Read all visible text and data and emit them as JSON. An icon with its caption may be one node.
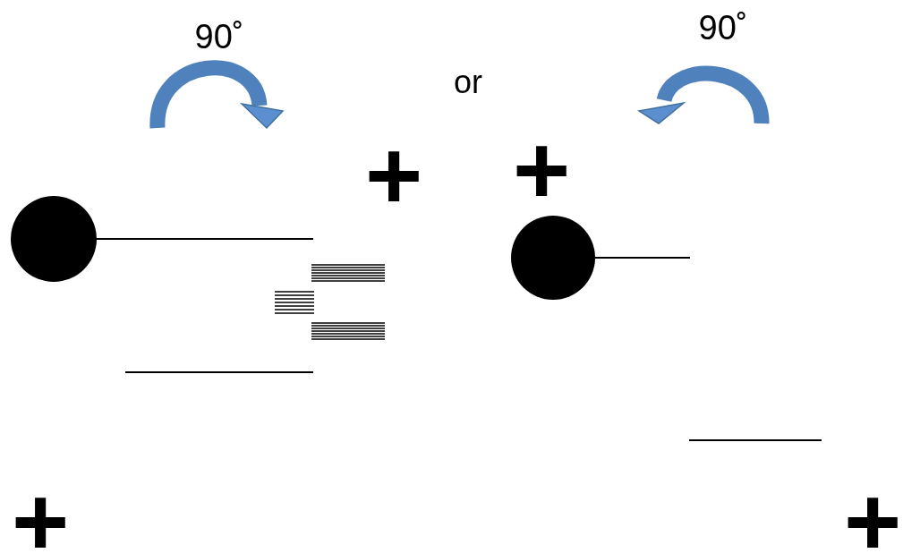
{
  "diagram": {
    "labels": [
      "90˚",
      "90˚",
      "or",
      "+",
      "+",
      "+",
      "+"
    ]
  }
}
